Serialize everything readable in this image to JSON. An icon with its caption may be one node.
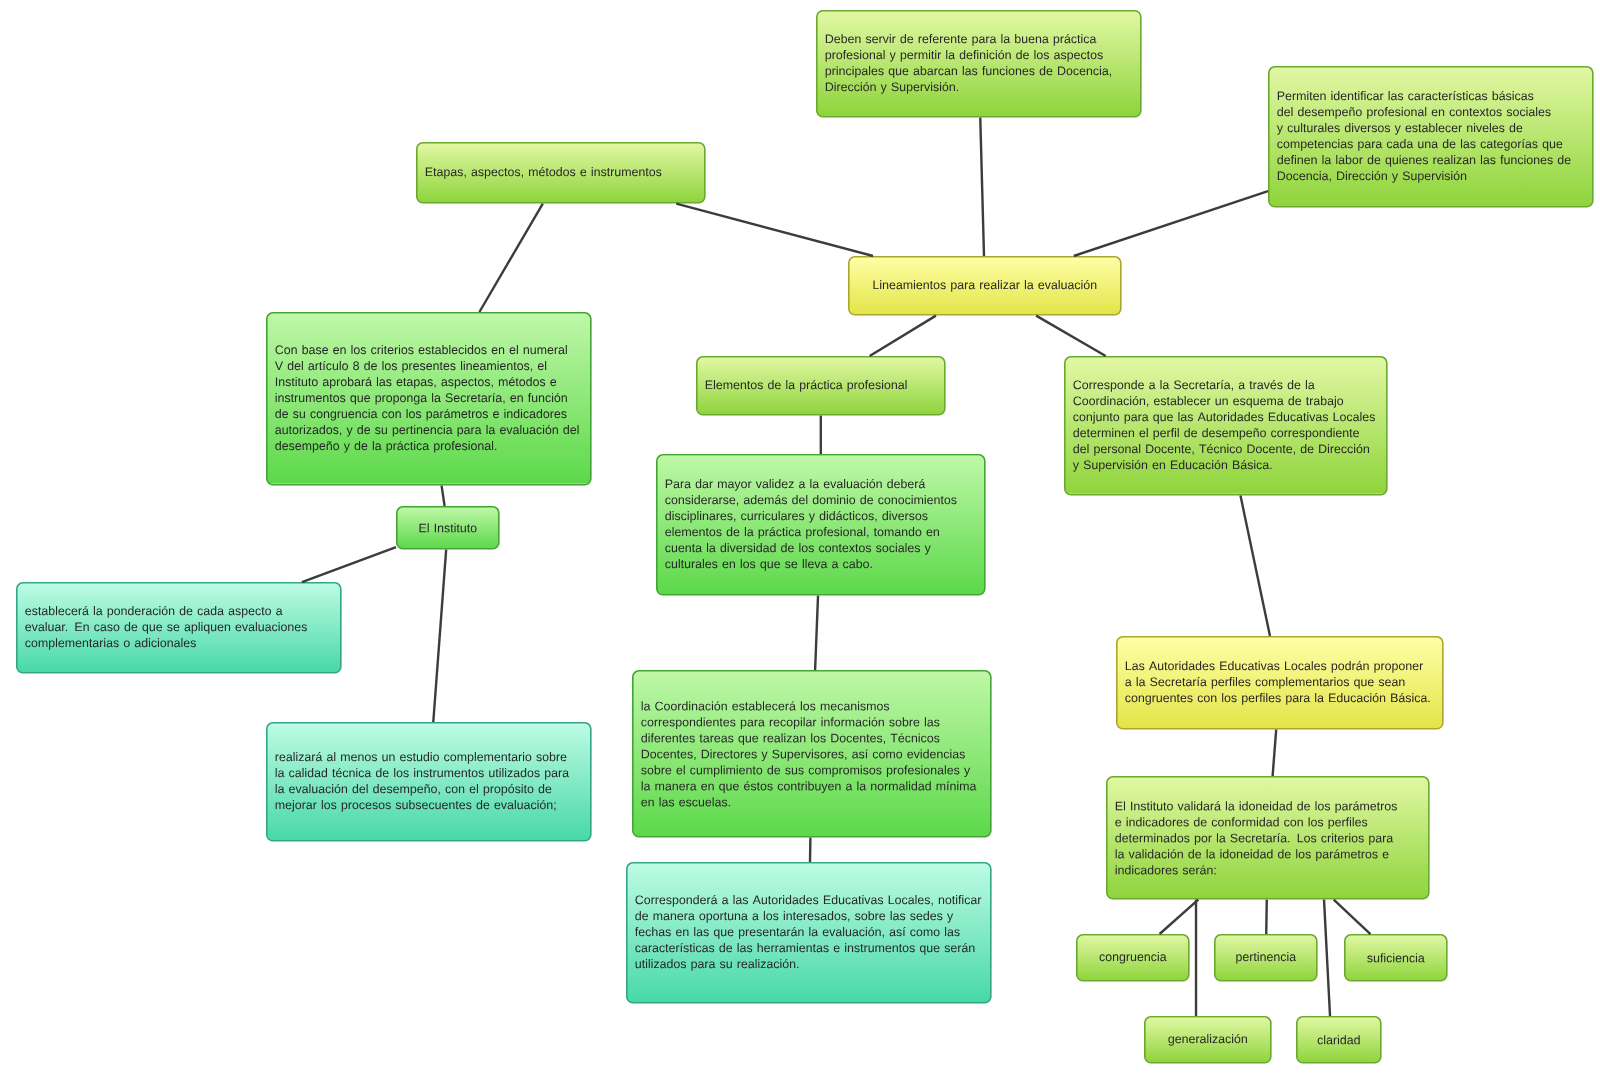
{
  "diagram": {
    "nodes": [
      {
        "text": [
          "Lineamientos para realizar la evaluación"
        ]
      },
      {
        "text": [
          "Deben servir de referente para la buena práctica profesional y permitir la definición de los aspectos principales que abarcan las funciones de Docencia, Dirección y Supervisión."
        ]
      },
      {
        "text": [
          "Permiten identificar las características básicas del desempeño profesional en contextos sociales y culturales diversos y establecer niveles de competencias para cada una de las categorías que definen la labor de quienes realizan las funciones de Docencia, Dirección y Supervisión"
        ]
      },
      {
        "text": [
          "Etapas, aspectos, métodos e instrumentos"
        ]
      },
      {
        "text": [
          "Con base en los criterios establecidos en el numeral V del artículo 8 de los presentes lineamientos, el Instituto aprobará las etapas, aspectos, métodos e instrumentos que proponga la Secretaría, en función de su congruencia con los parámetros e indicadores autorizados, y de su pertinencia para la evaluación del desempeño y de la práctica profesional."
        ]
      },
      {
        "text": [
          "El Instituto"
        ]
      },
      {
        "text": [
          "establecerá la ponderación de cada aspecto a evaluar. En caso de que se apliquen evaluaciones complementarias o adicionales"
        ]
      },
      {
        "text": [
          "realizará al menos un estudio complementario sobre la calidad técnica de los instrumentos utilizados para la evaluación del desempeño, con el propósito de mejorar los procesos subsecuentes de evaluación;"
        ]
      },
      {
        "text": [
          "Elementos de la práctica profesional"
        ]
      },
      {
        "text": [
          "Para dar mayor validez a la evaluación deberá considerarse, además del dominio de conocimientos disciplinares, curriculares y didácticos, diversos elementos de la práctica profesional, tomando en cuenta la diversidad de los contextos sociales y culturales en los que se lleva a cabo."
        ]
      },
      {
        "text": [
          "la Coordinación establecerá los mecanismos correspondientes para recopilar información sobre las diferentes tareas que realizan los Docentes, Técnicos Docentes, Directores y Supervisores, así como evidencias sobre el cumplimiento de sus compromisos profesionales y la manera en que éstos contribuyen a la normalidad mínima en las escuelas."
        ]
      },
      {
        "text": [
          "Corresponderá a las Autoridades Educativas Locales, notificar de manera oportuna a los interesados, sobre las sedes y fechas en las que presentarán la evaluación, así como las características de las herramientas e instrumentos que serán utilizados para su realización."
        ]
      },
      {
        "text": [
          "Corresponde a la Secretaría, a través de la Coordinación, establecer un esquema de trabajo conjunto para que las Autoridades Educativas Locales determinen el perfil de desempeño correspondiente del personal Docente, Técnico Docente, de Dirección y Supervisión en Educación Básica."
        ]
      },
      {
        "text": [
          "Las Autoridades Educativas Locales podrán proponer a la Secretaría perfiles complementarios que sean congruentes con los perfiles para la Educación Básica."
        ]
      },
      {
        "text": [
          "El Instituto validará la idoneidad de los parámetros e indicadores de conformidad con los perfiles determinados por la Secretaría. Los criterios para la validación de la idoneidad de los parámetros e indicadores serán:"
        ]
      },
      {
        "text": [
          "congruencia"
        ]
      },
      {
        "text": [
          "pertinencia"
        ]
      },
      {
        "text": [
          "suficiencia"
        ]
      },
      {
        "text": [
          "generalización"
        ]
      },
      {
        "text": [
          "claridad"
        ]
      }
    ],
    "edges": [
      {
        "from": 0,
        "to": 1,
        "arrow": "none"
      },
      {
        "from": 0,
        "to": 2,
        "arrow": "none"
      },
      {
        "from": 0,
        "to": 3,
        "arrow": "none"
      },
      {
        "from": 0,
        "to": 8,
        "arrow": "none"
      },
      {
        "from": 0,
        "to": 12,
        "arrow": "none"
      },
      {
        "from": 3,
        "to": 4,
        "arrow": "none"
      },
      {
        "from": 4,
        "to": 5,
        "arrow": "none"
      },
      {
        "from": 5,
        "to": 6,
        "arrow": "none"
      },
      {
        "from": 5,
        "to": 7,
        "arrow": "none"
      },
      {
        "from": 8,
        "to": 9,
        "arrow": "none"
      },
      {
        "from": 9,
        "to": 10,
        "arrow": "none"
      },
      {
        "from": 10,
        "to": 11,
        "arrow": "none"
      },
      {
        "from": 12,
        "to": 13,
        "arrow": "none"
      },
      {
        "from": 13,
        "to": 14,
        "arrow": "none"
      },
      {
        "from": 14,
        "to": 15,
        "arrow": "none"
      },
      {
        "from": 14,
        "to": 16,
        "arrow": "none"
      },
      {
        "from": 14,
        "to": 17,
        "arrow": "none"
      },
      {
        "from": 14,
        "to": 18,
        "arrow": "none"
      },
      {
        "from": 14,
        "to": 19,
        "arrow": "none"
      }
    ]
  }
}
